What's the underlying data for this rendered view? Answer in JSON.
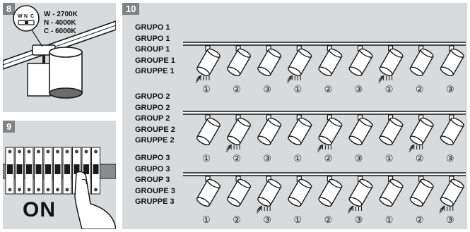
{
  "panel8": {
    "number": "8",
    "switch_letters": [
      "W",
      "N",
      "C"
    ],
    "temperatures": [
      "W - 2700K",
      "N - 4000K",
      "C - 6000K"
    ]
  },
  "panel9": {
    "number": "9",
    "state": "ON"
  },
  "panel10": {
    "number": "10",
    "groups": [
      {
        "labels": [
          "GRUPO 1",
          "GRUPO 1",
          "GROUP 1",
          "GROUPE 1",
          "GRUPPE 1"
        ],
        "lit": [
          true,
          false,
          false,
          true,
          false,
          false,
          true,
          false,
          false
        ],
        "circuit_marks": [
          "①",
          "②",
          "③",
          "①",
          "②",
          "③",
          "①",
          "②",
          "③"
        ]
      },
      {
        "labels": [
          "GRUPO 2",
          "GRUPO 2",
          "GROUP 2",
          "GROUPE 2",
          "GRUPPE 2"
        ],
        "lit": [
          false,
          true,
          false,
          false,
          true,
          false,
          false,
          true,
          false
        ],
        "circuit_marks": [
          "①",
          "②",
          "③",
          "①",
          "②",
          "③",
          "①",
          "②",
          "③"
        ]
      },
      {
        "labels": [
          "GRUPO 3",
          "GRUPO 3",
          "GROUP 3",
          "GROUPE 3",
          "GRUPPE 3"
        ],
        "lit": [
          false,
          false,
          true,
          false,
          false,
          true,
          false,
          false,
          true
        ],
        "circuit_marks": [
          "①",
          "②",
          "③",
          "①",
          "②",
          "③",
          "①",
          "②",
          "③"
        ]
      }
    ]
  }
}
